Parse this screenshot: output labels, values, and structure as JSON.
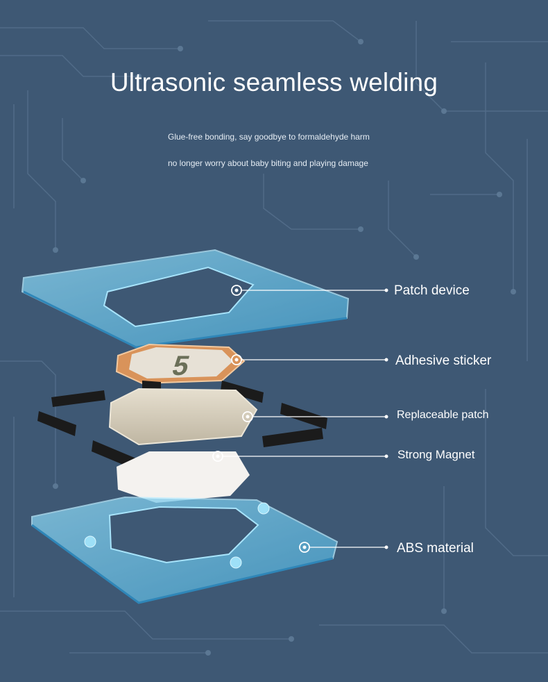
{
  "heading": {
    "title": "Ultrasonic seamless welding",
    "subtitle_line1": "Glue-free bonding, say goodbye to formaldehyde harm",
    "subtitle_line2": "no longer worry about baby biting and playing damage"
  },
  "callouts": [
    {
      "label": "Patch device"
    },
    {
      "label": "Adhesive sticker"
    },
    {
      "label": "Replaceable patch"
    },
    {
      "label": "Strong Magnet"
    },
    {
      "label": "ABS material"
    }
  ],
  "sticker_number": "5",
  "colors": {
    "background": "#3e5874",
    "circuit_lines": "#5a7692",
    "frame_blue": "#6fc3e6",
    "sticker_orange": "#d9935a",
    "patch_beige": "#d7cfbd",
    "magnet_black": "#1b1b1b"
  }
}
